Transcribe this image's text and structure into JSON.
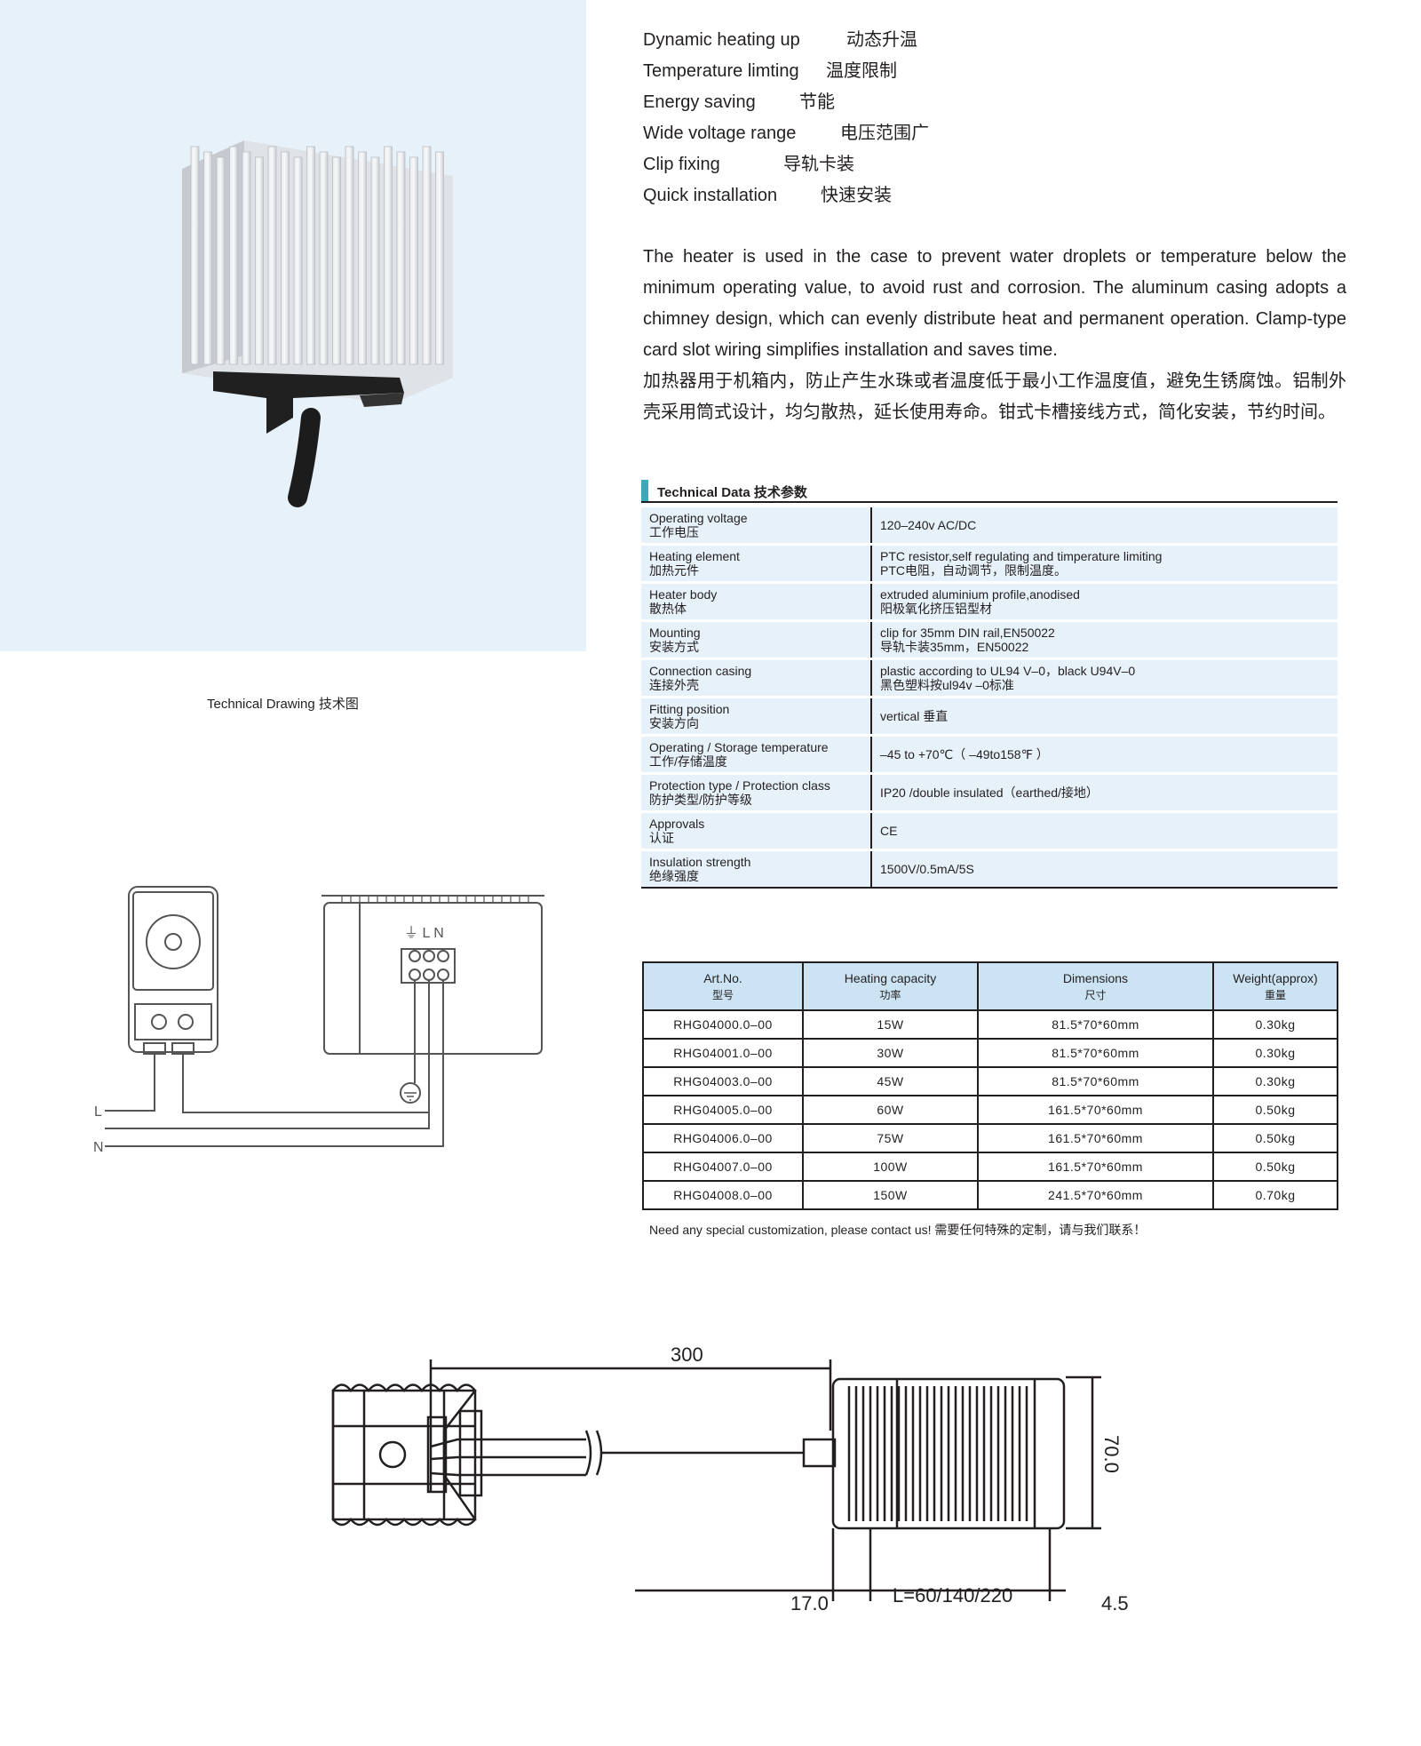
{
  "features": [
    {
      "en": "Dynamic heating up",
      "zh": "动态升温"
    },
    {
      "en": "Temperature limting",
      "zh": "温度限制"
    },
    {
      "en": "Energy saving",
      "zh": "节能"
    },
    {
      "en": "Wide voltage range",
      "zh": "电压范围广"
    },
    {
      "en": "Clip fixing",
      "zh": "导轨卡装"
    },
    {
      "en": "Quick installation",
      "zh": "快速安装"
    }
  ],
  "description": {
    "en": "The heater is used in the case to prevent water droplets or temperature below the minimum operating value, to avoid rust and corrosion. The aluminum casing adopts a chimney design, which can evenly distribute heat and permanent operation. Clamp-type card slot wiring simplifies installation and saves time.",
    "zh": "加热器用于机箱内，防止产生水珠或者温度低于最小工作温度值，避免生锈腐蚀。铝制外壳采用筒式设计，均匀散热，延长使用寿命。钳式卡槽接线方式，简化安装，节约时间。"
  },
  "technical_data": {
    "title": "Technical Data 技术参数",
    "rows": [
      {
        "k_en": "Operating voltage",
        "k_zh": "工作电压",
        "v1": "120–240v AC/DC",
        "v2": ""
      },
      {
        "k_en": "Heating element",
        "k_zh": "加热元件",
        "v1": "PTC resistor,self regulating and timperature limiting",
        "v2": "PTC电阻，自动调节，限制温度。"
      },
      {
        "k_en": "Heater body",
        "k_zh": "散热体",
        "v1": "extruded  aluminium  profile,anodised",
        "v2": "阳极氧化挤压铝型材"
      },
      {
        "k_en": "Mounting",
        "k_zh": "安装方式",
        "v1": "clip for 35mm DIN rail,EN50022",
        "v2": "导轨卡装35mm，EN50022"
      },
      {
        "k_en": "Connection casing",
        "k_zh": "连接外壳",
        "v1": "plastic according to UL94 V–0，black U94V–0",
        "v2": "黑色塑料按ul94v –0标准"
      },
      {
        "k_en": "Fitting position",
        "k_zh": "安装方向",
        "v1": "vertical 垂直",
        "v2": ""
      },
      {
        "k_en": "Operating / Storage temperature",
        "k_zh": "工作/存储温度",
        "v1": "–45 to +70℃（ –49to158℉ ）",
        "v2": ""
      },
      {
        "k_en": "Protection type / Protection class",
        "k_zh": "防护类型/防护等级",
        "v1": "IP20 /double insulated（earthed/接地）",
        "v2": ""
      },
      {
        "k_en": "Approvals",
        "k_zh": "认证",
        "v1": "CE",
        "v2": ""
      },
      {
        "k_en": "Insulation strength",
        "k_zh": "绝缘强度",
        "v1": "1500V/0.5mA/5S",
        "v2": ""
      }
    ]
  },
  "models": {
    "headers": [
      {
        "en": "Art.No.",
        "zh": "型号"
      },
      {
        "en": "Heating capacity",
        "zh": "功率"
      },
      {
        "en": "Dimensions",
        "zh": "尺寸"
      },
      {
        "en": "Weight(approx)",
        "zh": "重量"
      }
    ],
    "rows": [
      [
        "RHG04000.0–00",
        "15W",
        "81.5*70*60mm",
        "0.30kg"
      ],
      [
        "RHG04001.0–00",
        "30W",
        "81.5*70*60mm",
        "0.30kg"
      ],
      [
        "RHG04003.0–00",
        "45W",
        "81.5*70*60mm",
        "0.30kg"
      ],
      [
        "RHG04005.0–00",
        "60W",
        "161.5*70*60mm",
        "0.50kg"
      ],
      [
        "RHG04006.0–00",
        "75W",
        "161.5*70*60mm",
        "0.50kg"
      ],
      [
        "RHG04007.0–00",
        "100W",
        "161.5*70*60mm",
        "0.50kg"
      ],
      [
        "RHG04008.0–00",
        "150W",
        "241.5*70*60mm",
        "0.70kg"
      ]
    ]
  },
  "note": "Need any special customization, please contact us!  需要任何特殊的定制，请与我们联系！",
  "drawing_label": "Technical Drawing 技术图",
  "wiring": {
    "L": "L",
    "N": "N",
    "terminal_labels": "⏚ L N"
  },
  "dimensions": {
    "cable": "300",
    "height": "70.0",
    "left": "17.0",
    "length": "L=60/140/220",
    "right": "4.5"
  }
}
